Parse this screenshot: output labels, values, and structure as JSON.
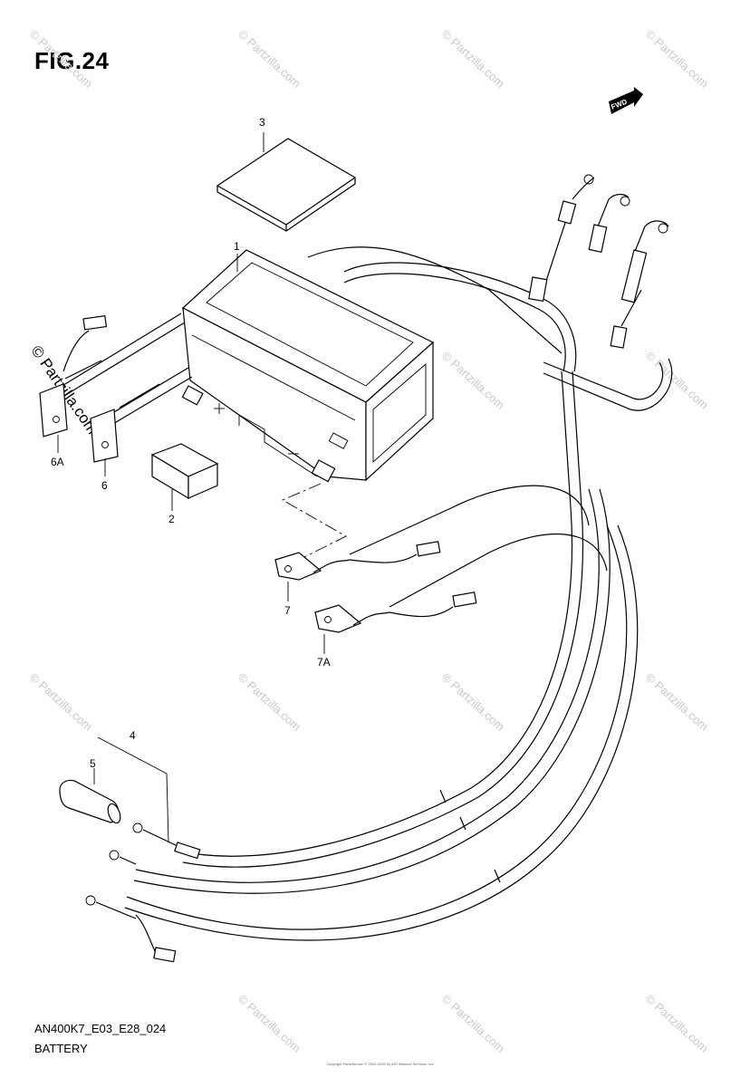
{
  "figure": {
    "title": "FIG.24"
  },
  "fwd_label": "FWD",
  "callouts": [
    {
      "id": "c1",
      "text": "1"
    },
    {
      "id": "c2",
      "text": "2"
    },
    {
      "id": "c3",
      "text": "3"
    },
    {
      "id": "c4",
      "text": "4"
    },
    {
      "id": "c5",
      "text": "5"
    },
    {
      "id": "c6",
      "text": "6"
    },
    {
      "id": "c6A",
      "text": "6A"
    },
    {
      "id": "c7",
      "text": "7"
    },
    {
      "id": "c7A",
      "text": "7A"
    }
  ],
  "footer": {
    "model_code": "AN400K7_E03_E28_024",
    "section_name": "BATTERY"
  },
  "copyright_text": "Copyright Partzilla.com © 2002-2020 by ARI Network Services, Inc.",
  "watermark": "© Partzilla.com"
}
